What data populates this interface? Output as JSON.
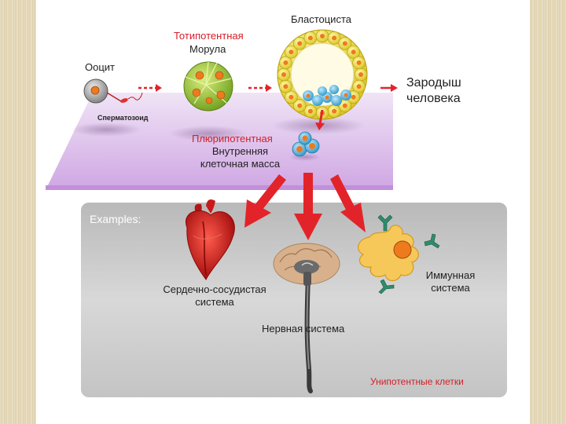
{
  "diagram": {
    "blastocyst": "Бластоциста",
    "totipotent": "Тотипотентная",
    "morula": "Морула",
    "oocyte": "Ооцит",
    "sperm": "Сперматозоид",
    "embryo_line1": "Зародыш",
    "embryo_line2": "человека",
    "pluripotent": "Плюрипотентная",
    "icm_line1": "Внутренняя",
    "icm_line2": "клеточная масса",
    "examples": "Examples:",
    "cardio_line1": "Сердечно-сосудистая",
    "cardio_line2": "система",
    "nervous": "Нервная система",
    "immune_line1": "Иммунная",
    "immune_line2": "система",
    "unipotent": "Унипотентные клетки"
  },
  "colors": {
    "accent_red": "#d3202a",
    "platform": "#d7b3e8",
    "panel": "#cfcfcf",
    "cell_green": "#9cc83a",
    "nucleus_orange": "#ee7a1e"
  }
}
